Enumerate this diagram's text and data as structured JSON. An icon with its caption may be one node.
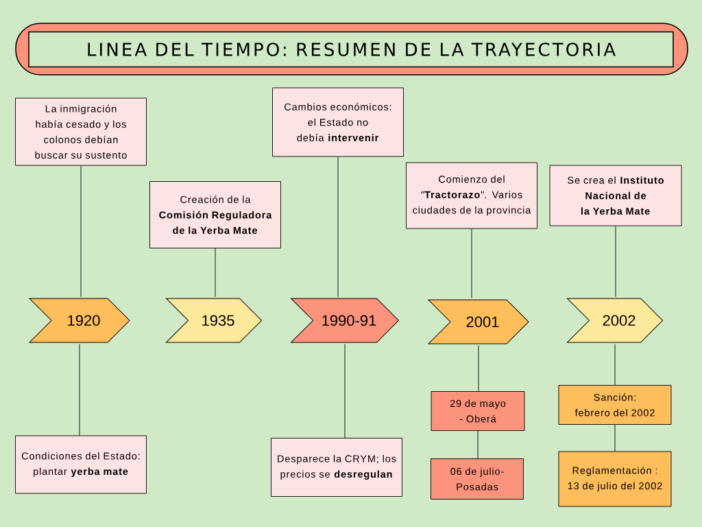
{
  "diagram": {
    "title": "LINEA DEL TIEMPO: RESUMEN DE LA TRAYECTORIA",
    "nodes": [
      {
        "text": [
          "1920"
        ]
      },
      {
        "text": [
          "1935"
        ]
      },
      {
        "text": [
          "1990-91"
        ]
      },
      {
        "text": [
          "2001"
        ]
      },
      {
        "text": [
          "2002"
        ]
      },
      {
        "text": [
          "La inmigración había cesado y los colonos debían buscar su sustento"
        ]
      },
      {
        "text": [
          "Creación de la **Comisión Reguladora de la Yerba Mate**"
        ]
      },
      {
        "text": [
          "Cambios económicos: el Estado no debía **intervenir**"
        ]
      },
      {
        "text": [
          "Comienzo del \"**Tractorazo**\". Varios ciudades de la provincia"
        ]
      },
      {
        "text": [
          "Se crea el **Instituto Nacional de la Yerba Mate**"
        ]
      },
      {
        "text": [
          "Condiciones del Estado: plantar **yerba mate**"
        ]
      },
      {
        "text": [
          "Desparece la CRYM; los precios se **desregulan**"
        ]
      },
      {
        "text": [
          "29 de mayo - Oberá"
        ]
      },
      {
        "text": [
          "06 de julio- Posadas"
        ]
      },
      {
        "text": [
          "Sanción: febrero del 2002"
        ]
      },
      {
        "text": [
          "Reglamentación : 13 de julio del 2002"
        ]
      }
    ],
    "edges": [
      {
        "from": 5,
        "to": 0,
        "arrow": "none"
      },
      {
        "from": 6,
        "to": 1,
        "arrow": "none"
      },
      {
        "from": 7,
        "to": 2,
        "arrow": "none"
      },
      {
        "from": 8,
        "to": 3,
        "arrow": "none"
      },
      {
        "from": 9,
        "to": 4,
        "arrow": "none"
      },
      {
        "from": 0,
        "to": 10,
        "arrow": "none"
      },
      {
        "from": 2,
        "to": 11,
        "arrow": "none"
      },
      {
        "from": 3,
        "to": 12,
        "arrow": "none"
      },
      {
        "from": 12,
        "to": 13,
        "arrow": "none"
      },
      {
        "from": 4,
        "to": 14,
        "arrow": "none"
      },
      {
        "from": 14,
        "to": 15,
        "arrow": "none"
      }
    ]
  }
}
